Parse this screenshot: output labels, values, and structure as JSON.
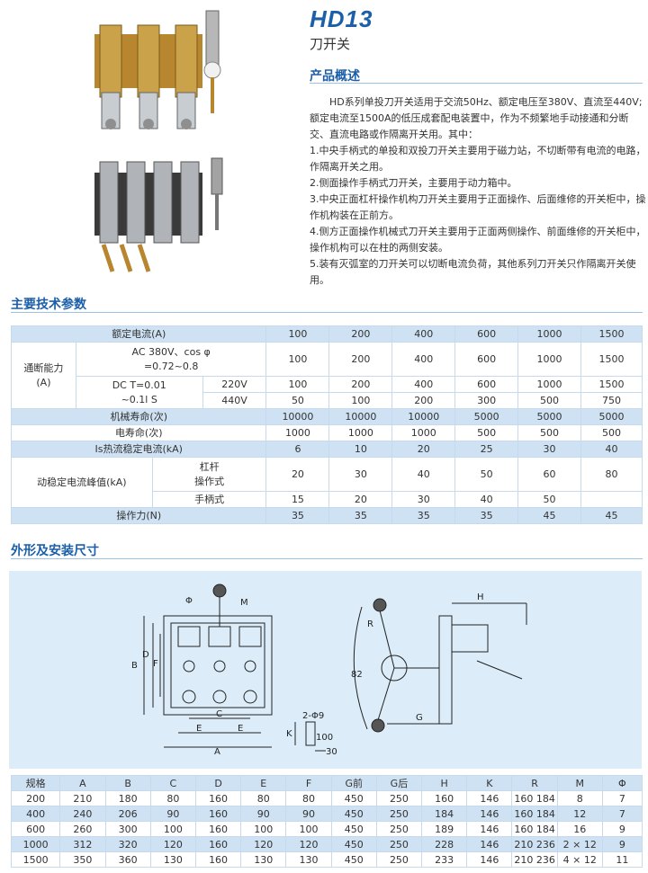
{
  "header": {
    "title": "HD13",
    "subtitle": "刀开关"
  },
  "overview": {
    "heading": "产品概述",
    "paragraphs": [
      "　　HD系列单投刀开关适用于交流50Hz、额定电压至380V、直流至440V;额定电流至1500A的低压成套配电装置中，作为不频繁地手动接通和分断交、直流电路或作隔离开关用。其中：",
      "1.中央手柄式的单投和双投刀开关主要用于磁力站，不切断带有电流的电路，作隔离开关之用。",
      "2.侧面操作手柄式刀开关，主要用于动力箱中。",
      "3.中央正面杠杆操作机构刀开关主要用于正面操作、后面维修的开关柜中，操作机构装在正前方。",
      "4.侧方正面操作机械式刀开关主要用于正面两侧操作、前面维修的开关柜中，操作机构可以在柱的两侧安装。",
      "5.装有灭弧室的刀开关可以切断电流负荷，其他系列刀开关只作隔离开关使用。"
    ]
  },
  "specs": {
    "heading": "主要技术参数",
    "rated_current_label": "额定电流(A)",
    "rated_current": [
      "100",
      "200",
      "400",
      "600",
      "1000",
      "1500"
    ],
    "breaking_label": "通断能力\n(A)",
    "ac_label": "AC 380V、cos φ\n=0.72~0.8",
    "ac_values": [
      "100",
      "200",
      "400",
      "600",
      "1000",
      "1500"
    ],
    "dc_label": "DC T=0.01\n~0.1l S",
    "dc220_label": "220V",
    "dc220_values": [
      "100",
      "200",
      "400",
      "600",
      "1000",
      "1500"
    ],
    "dc440_label": "440V",
    "dc440_values": [
      "50",
      "100",
      "200",
      "300",
      "500",
      "750"
    ],
    "mech_life_label": "机械寿命(次)",
    "mech_life": [
      "10000",
      "10000",
      "10000",
      "5000",
      "5000",
      "5000"
    ],
    "elec_life_label": "电寿命(次)",
    "elec_life": [
      "1000",
      "1000",
      "1000",
      "500",
      "500",
      "500"
    ],
    "thermal_label": "Is热流稳定电流(kA)",
    "thermal": [
      "6",
      "10",
      "20",
      "25",
      "30",
      "40"
    ],
    "dynamic_label": "动稳定电流峰值(kA)",
    "lever_label": "杠杆\n操作式",
    "lever_values": [
      "20",
      "30",
      "40",
      "50",
      "60",
      "80"
    ],
    "handle_label": "手柄式",
    "handle_values": [
      "15",
      "20",
      "30",
      "40",
      "50",
      ""
    ],
    "force_label": "操作力(N)",
    "force": [
      "35",
      "35",
      "35",
      "35",
      "45",
      "45"
    ]
  },
  "dimensions": {
    "heading": "外形及安装尺寸",
    "drawing_labels": {
      "phi": "Φ",
      "m": "M",
      "b": "B",
      "d": "D",
      "f": "F",
      "c": "C",
      "e1": "E",
      "e2": "E",
      "a": "A",
      "k": "K",
      "hole": "2-Φ9",
      "d100": "100",
      "d30": "30",
      "h": "H",
      "r": "R",
      "d82": "82",
      "g": "G"
    },
    "columns": [
      "规格",
      "A",
      "B",
      "C",
      "D",
      "E",
      "F",
      "G前",
      "G后",
      "H",
      "K",
      "R",
      "M",
      "Φ"
    ],
    "rows": [
      [
        "200",
        "210",
        "180",
        "80",
        "160",
        "80",
        "80",
        "450",
        "250",
        "160",
        "146",
        "160 184",
        "8",
        "7"
      ],
      [
        "400",
        "240",
        "206",
        "90",
        "160",
        "90",
        "90",
        "450",
        "250",
        "184",
        "146",
        "160 184",
        "12",
        "7"
      ],
      [
        "600",
        "260",
        "300",
        "100",
        "160",
        "100",
        "100",
        "450",
        "250",
        "189",
        "146",
        "160 184",
        "16",
        "9"
      ],
      [
        "1000",
        "312",
        "320",
        "120",
        "160",
        "120",
        "120",
        "450",
        "250",
        "228",
        "146",
        "210 236",
        "2 × 12",
        "9"
      ],
      [
        "1500",
        "350",
        "360",
        "130",
        "160",
        "130",
        "130",
        "450",
        "250",
        "233",
        "146",
        "210 236",
        "4 × 12",
        "11"
      ]
    ]
  },
  "colors": {
    "accent": "#1b5fa8",
    "header_bg": "#cfe2f3",
    "drawing_bg": "#dcedf9",
    "border": "#c7d9ec"
  }
}
